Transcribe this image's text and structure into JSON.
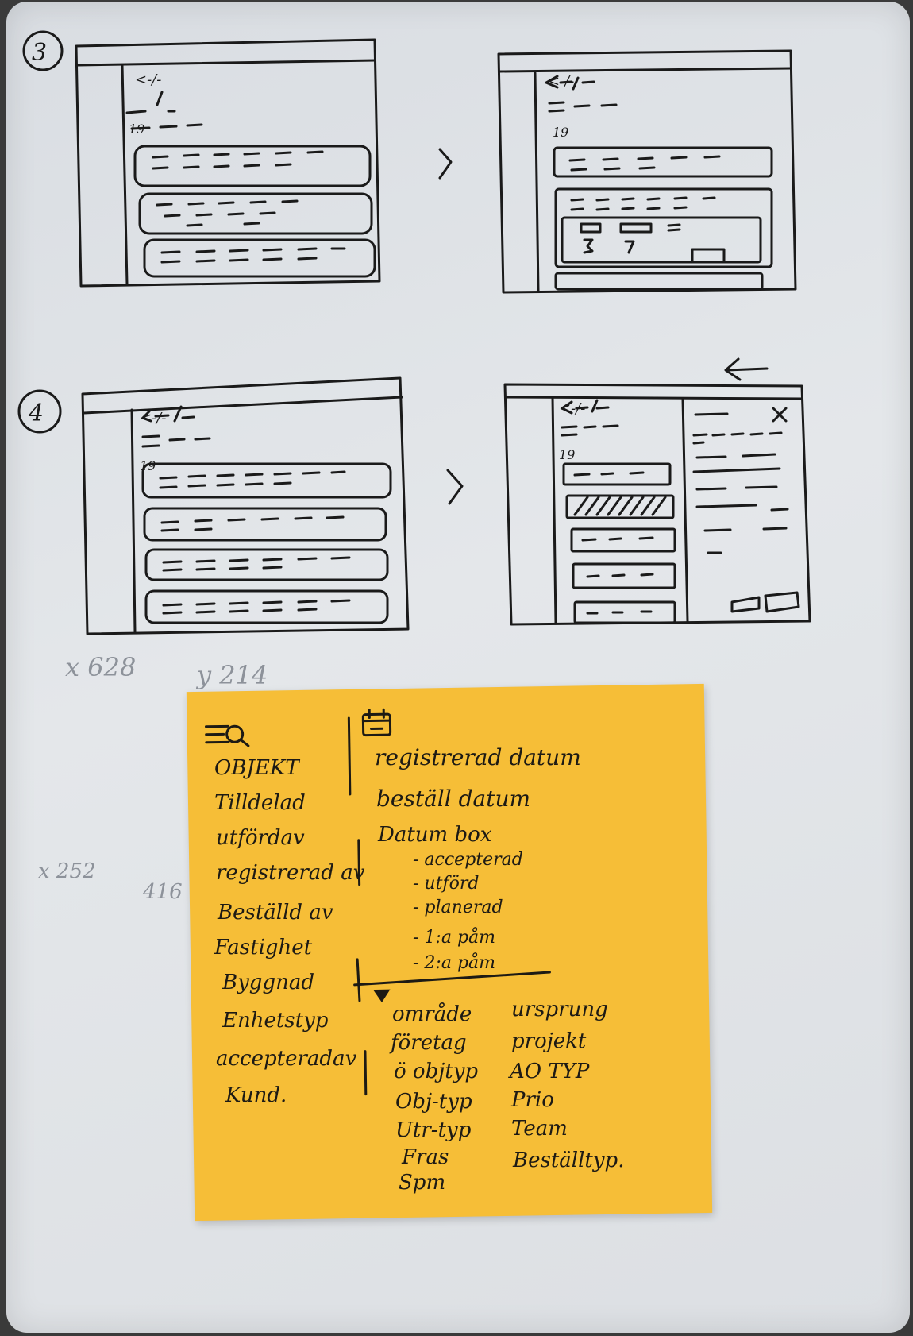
{
  "sketches": {
    "row3_number": "3",
    "row4_number": "4",
    "breadcrumb": "<-/-",
    "count": "19",
    "arrow_right": ">",
    "close_mark": "×"
  },
  "notes": {
    "coord1_x": "x 628",
    "coord1_y": "y 214",
    "coord2_x": "x 252",
    "coord2_y": "416"
  },
  "sticky_note": {
    "left_items": [
      "OBJEKT",
      "Tilldelad",
      "utfördav",
      "registrerad av",
      "Beställd av",
      "Fastighet",
      "Byggnad",
      "Enhetstyp",
      "accepteradav",
      "Kund."
    ],
    "date_items": [
      "registrerad datum",
      "beställ datum",
      "Datum box"
    ],
    "date_box_items": [
      "- accepterad",
      "- utförd",
      "- planerad",
      "- 1:a påm",
      "- 2:a påm"
    ],
    "dropdown_left": [
      "område",
      "företag",
      "ö objtyp",
      "Obj-typ",
      "Utr-typ",
      "Fras",
      "Spm"
    ],
    "dropdown_right": [
      "ursprung",
      "projekt",
      "AO TYP",
      "Prio",
      "Team",
      "Beställtyp."
    ]
  },
  "colors": {
    "paper": "#e2e5e8",
    "sticky": "#f6be37",
    "ink": "#1a1a1a"
  }
}
